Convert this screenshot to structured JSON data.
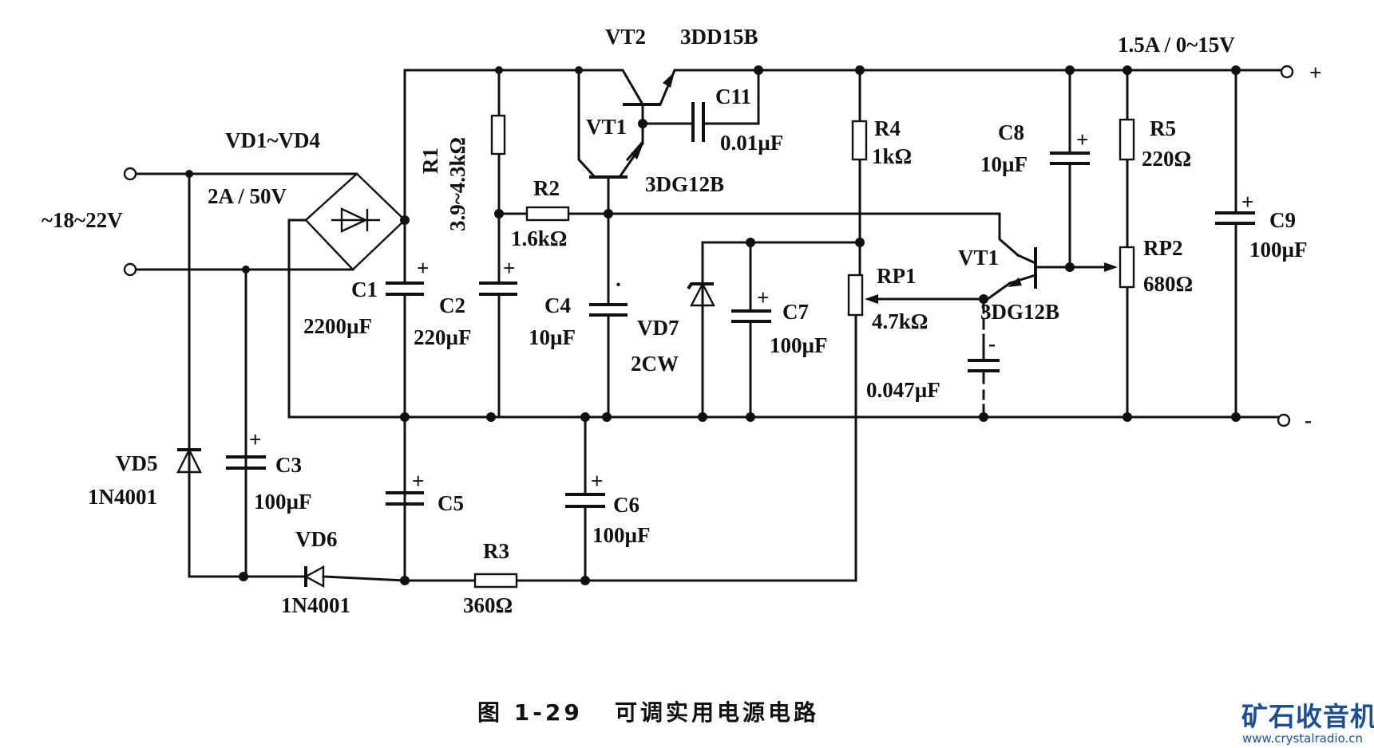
{
  "figure": {
    "caption_number": "图 1-29",
    "caption_title": "可调实用电源电路"
  },
  "input": {
    "voltage": "~18~22V"
  },
  "output": {
    "rating": "1.5A / 0~15V",
    "plus": "+",
    "minus": "-"
  },
  "components": {
    "bridge": {
      "name": "VD1~VD4",
      "rating": "2A / 50V"
    },
    "VT2": {
      "name": "VT2",
      "part": "3DD15B"
    },
    "VT1_darlington": {
      "name": "VT1",
      "part": "3DG12B"
    },
    "VT_control": {
      "name": "VT1",
      "part": "3DG12B"
    },
    "R1": {
      "name": "R1",
      "value": "3.9~4.3kΩ"
    },
    "R2": {
      "name": "R2",
      "value": "1.6kΩ"
    },
    "R3": {
      "name": "R3",
      "value": "360Ω"
    },
    "R4": {
      "name": "R4",
      "value": "1kΩ"
    },
    "R5": {
      "name": "R5",
      "value": "220Ω"
    },
    "RP1": {
      "name": "RP1",
      "value": "4.7kΩ"
    },
    "RP2": {
      "name": "RP2",
      "value": "680Ω"
    },
    "C1": {
      "name": "C1",
      "value": "2200µF"
    },
    "C2": {
      "name": "C2",
      "value": "220µF"
    },
    "C3": {
      "name": "C3",
      "value": "100µF"
    },
    "C4": {
      "name": "C4",
      "value": "10µF"
    },
    "C5": {
      "name": "C5",
      "value": ""
    },
    "C6": {
      "name": "C6",
      "value": "100µF"
    },
    "C7": {
      "name": "C7",
      "value": "100µF"
    },
    "C8": {
      "name": "C8",
      "value": "10µF"
    },
    "C9": {
      "name": "C9",
      "value": "100µF"
    },
    "C10": {
      "name": "",
      "value": "0.047µF"
    },
    "C11": {
      "name": "C11",
      "value": "0.01µF"
    },
    "VD5": {
      "name": "VD5",
      "part": "1N4001"
    },
    "VD6": {
      "name": "VD6",
      "part": "1N4001"
    },
    "VD7": {
      "name": "VD7",
      "part": "2CW"
    }
  },
  "watermark": {
    "brand": "矿石收音机",
    "url": "www.crystalradio.cn"
  }
}
